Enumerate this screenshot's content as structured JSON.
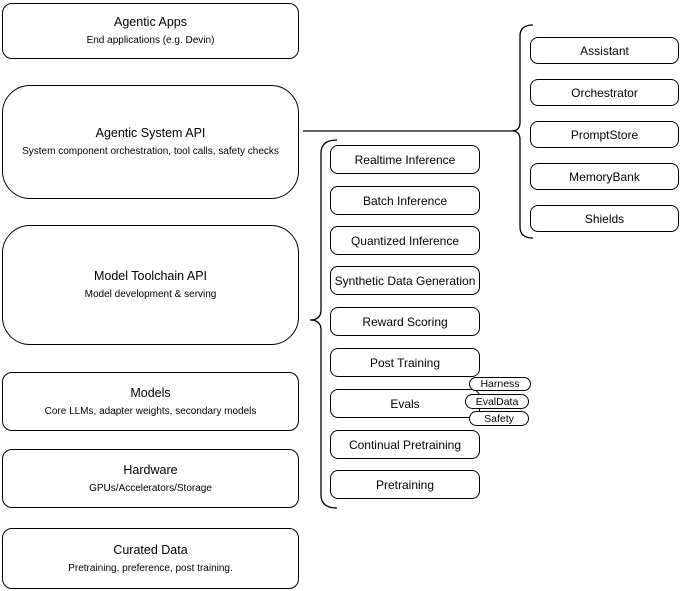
{
  "canvas": {
    "background": "#ffffff",
    "node_fill": "#ffffff",
    "node_border": "#000000"
  },
  "left_column": {
    "boxes": [
      {
        "title": "Agentic Apps",
        "subtitle": "End applications (e.g. Devin)"
      },
      {
        "title": "Agentic System API",
        "subtitle": "System component orchestration, tool calls, safety checks"
      },
      {
        "title": "Model Toolchain API",
        "subtitle": "Model development & serving"
      },
      {
        "title": "Models",
        "subtitle": "Core LLMs, adapter weights, secondary models"
      },
      {
        "title": "Hardware",
        "subtitle": "GPUs/Accelerators/Storage"
      },
      {
        "title": "Curated Data",
        "subtitle": "Pretraining, preference, post training."
      }
    ]
  },
  "toolchain": {
    "items": [
      {
        "label": "Realtime Inference"
      },
      {
        "label": "Batch Inference"
      },
      {
        "label": "Quantized Inference"
      },
      {
        "label": "Synthetic Data Generation"
      },
      {
        "label": "Reward Scoring"
      },
      {
        "label": "Post Training"
      },
      {
        "label": "Evals"
      },
      {
        "label": "Continual Pretraining"
      },
      {
        "label": "Pretraining"
      }
    ],
    "eval_tags": [
      {
        "label": "Harness"
      },
      {
        "label": "EvalData"
      },
      {
        "label": "Safety"
      }
    ]
  },
  "components": {
    "items": [
      {
        "label": "Assistant"
      },
      {
        "label": "Orchestrator"
      },
      {
        "label": "PromptStore"
      },
      {
        "label": "MemoryBank"
      },
      {
        "label": "Shields"
      }
    ]
  }
}
